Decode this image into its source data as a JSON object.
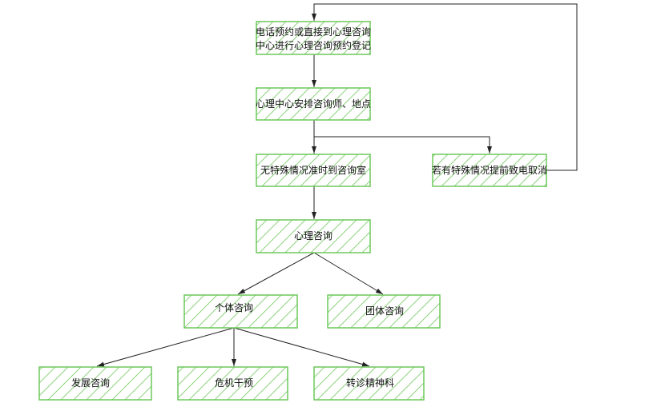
{
  "nodes": {
    "register_line1": "电话预约或直接到心理咨询",
    "register_line2": "中心进行心理咨询预约登记",
    "arrange": "心理中心安排咨询师、地点",
    "on_time": "无特殊情况准时到咨询室",
    "cancel": "若有特殊情况提前致电取消",
    "counseling": "心理咨询",
    "individual": "个体咨询",
    "group": "团体咨询",
    "development": "发展咨询",
    "crisis": "危机干预",
    "referral": "转诊精神科"
  },
  "colors": {
    "box_border": "#6cc95a",
    "hatch": "#8fd37f",
    "line": "#222222"
  }
}
